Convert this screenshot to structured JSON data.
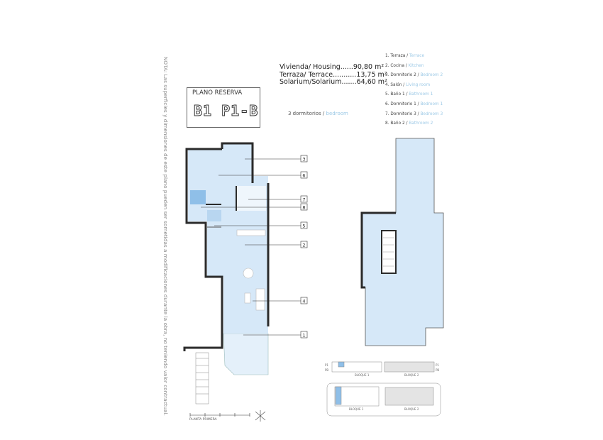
{
  "note": "NOTA: Las superficies y dimensiones de este plano pueden ser sometidas a modificaciones durante la obra, no teniendo valor contractual.",
  "reserva": {
    "title": "PLANO RESERVA",
    "code": "B1 P1-B"
  },
  "areas": [
    {
      "label": "Vivienda/ Housing......",
      "value": "90,80 m²"
    },
    {
      "label": "Terraza/ Terrace...........",
      "value": "13,75 m²"
    },
    {
      "label": "Solarium/Solarium.......",
      "value": "64,60 m²"
    }
  ],
  "bedrooms": {
    "es": "3 dormitorios /",
    "en": "bedroom"
  },
  "legend": [
    {
      "es": "1. Terraza /",
      "en": "Terrace"
    },
    {
      "es": "2. Cocina /",
      "en": "Kitchen"
    },
    {
      "es": "3. Dormitorio 2 /",
      "en": "Bedroom 2"
    },
    {
      "es": "4. Salón /",
      "en": "Living room"
    },
    {
      "es": "5. Baño 1 /",
      "en": "Bathroom 1"
    },
    {
      "es": "6. Dormitorio 1 /",
      "en": "Bedroom 1"
    },
    {
      "es": "7. Dormitorio 3 /",
      "en": "Bedroom 3"
    },
    {
      "es": "8. Baño 2 /",
      "en": "Bathroom 2"
    }
  ],
  "callouts": [
    "3",
    "6",
    "7",
    "8",
    "5",
    "2",
    "4",
    "1"
  ],
  "floor_label": "PLANTA PRIMERA",
  "block_labels": {
    "b1": "BLOQUE 1",
    "b2": "BLOQUE 2",
    "p1": "P1",
    "pb": "PB"
  },
  "colors": {
    "room_fill": "#d6e8f8",
    "highlight": "#8fbfe8",
    "wall": "#2b2b2b",
    "block_gray": "#e4e4e4"
  }
}
